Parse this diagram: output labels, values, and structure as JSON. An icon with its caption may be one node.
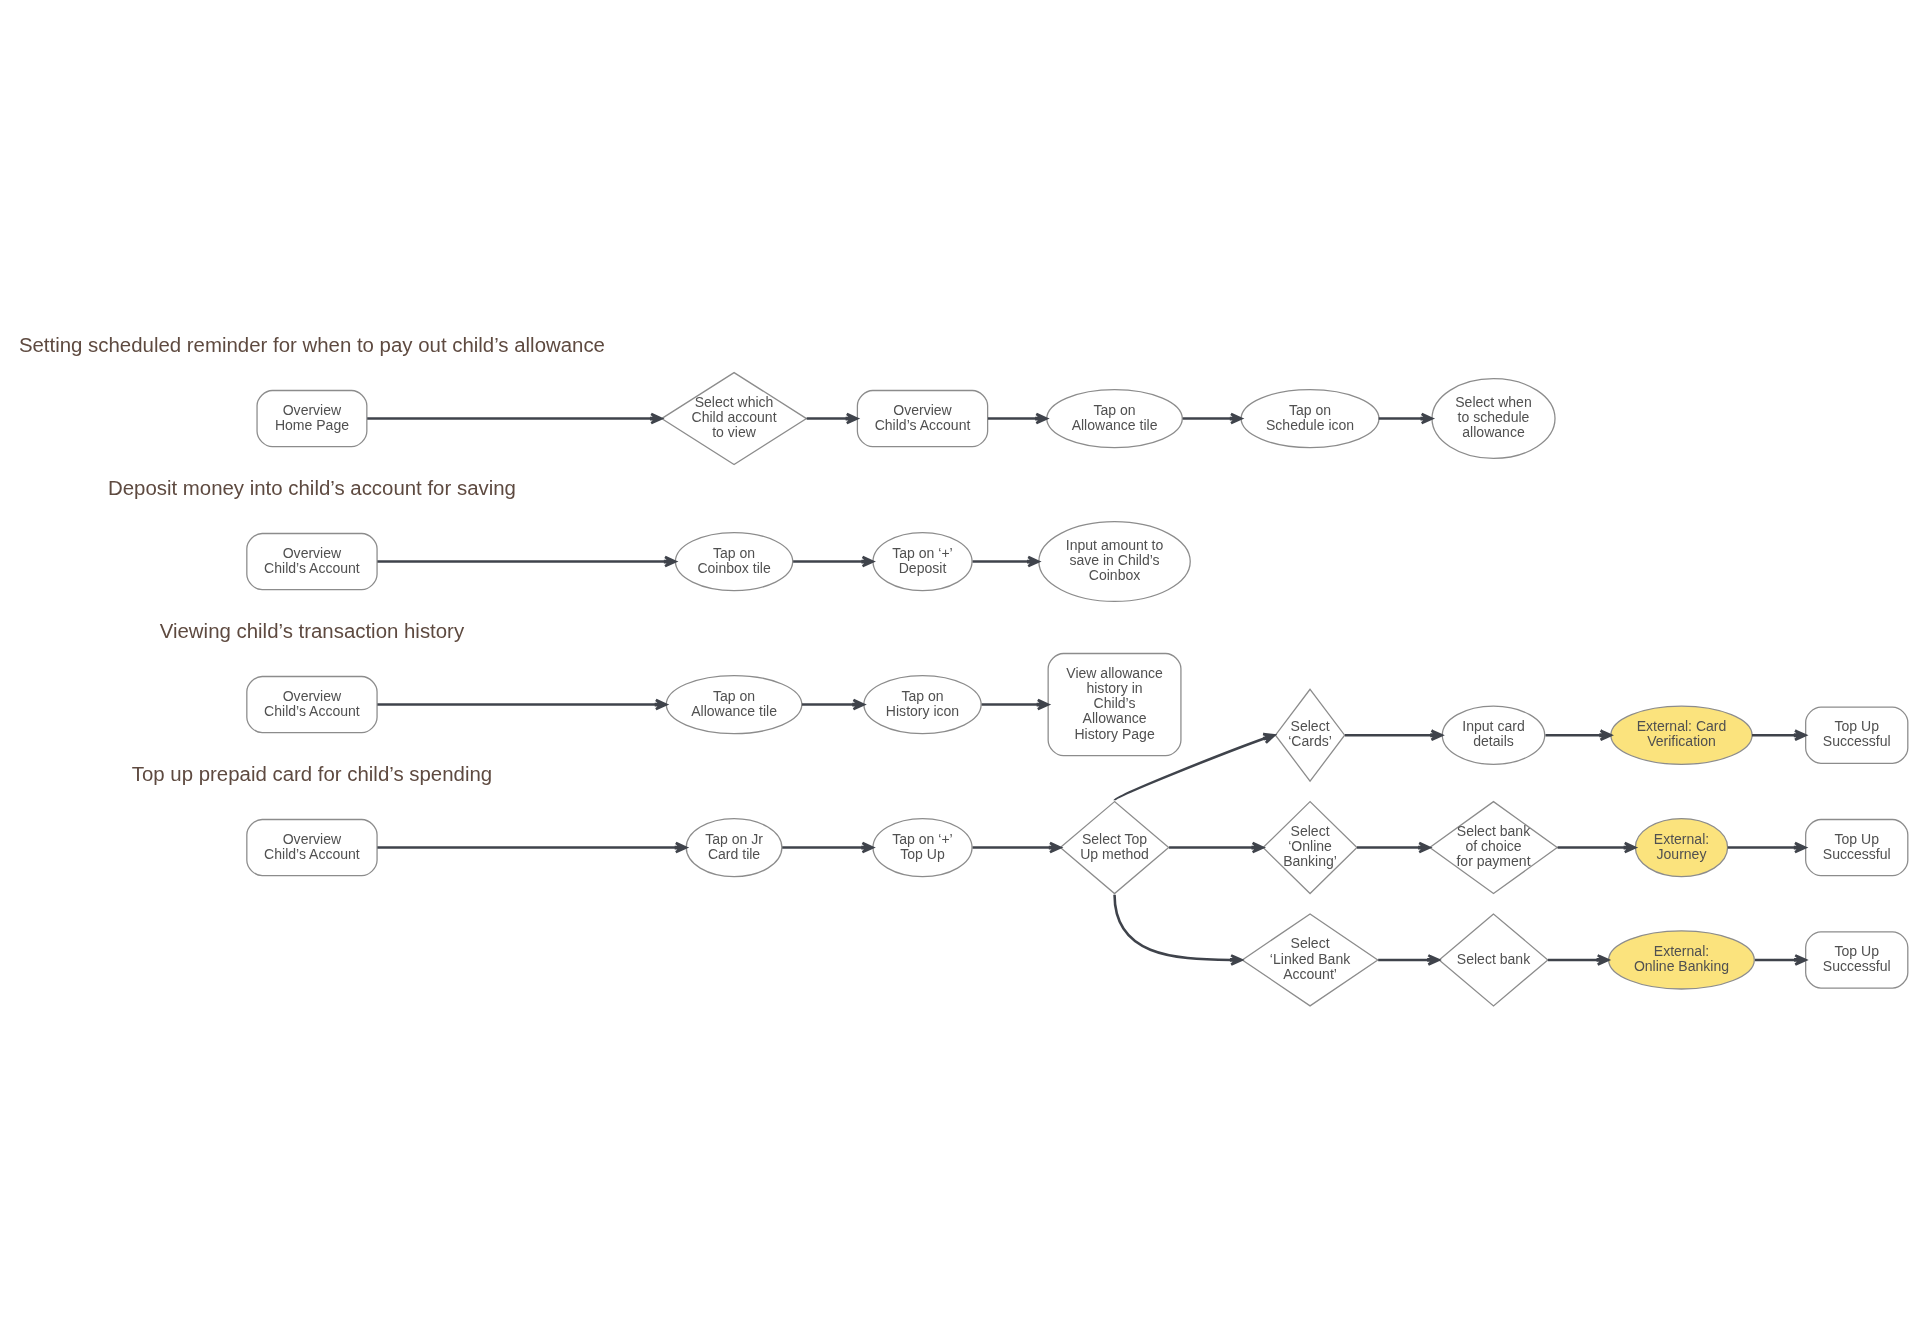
{
  "diagram": {
    "nodes": [
      {
        "text": [
          "Overview Home Page"
        ]
      },
      {
        "text": [
          "Select which Child account to view"
        ]
      },
      {
        "text": [
          "Overview Child’s Account"
        ]
      },
      {
        "text": [
          "Tap on Allowance tile"
        ]
      },
      {
        "text": [
          "Tap on Schedule icon"
        ]
      },
      {
        "text": [
          "Select when to schedule allowance"
        ]
      },
      {
        "text": [
          "Overview Child’s Account"
        ]
      },
      {
        "text": [
          "Tap on Coinbox tile"
        ]
      },
      {
        "text": [
          "Tap on ‘+’ Deposit"
        ]
      },
      {
        "text": [
          "Input amount to save in Child’s Coinbox"
        ]
      },
      {
        "text": [
          "Overview Child’s Account"
        ]
      },
      {
        "text": [
          "Tap on Allowance tile"
        ]
      },
      {
        "text": [
          "Tap on History icon"
        ]
      },
      {
        "text": [
          "View allowance history in Child’s Allowance History Page"
        ]
      },
      {
        "text": [
          "Overview Child’s Account"
        ]
      },
      {
        "text": [
          "Tap on Jr Card tile"
        ]
      },
      {
        "text": [
          "Tap on ‘+’ Top Up"
        ]
      },
      {
        "text": [
          "Select Top Up method"
        ]
      },
      {
        "text": [
          "Select ‘Cards’"
        ]
      },
      {
        "text": [
          "Input card details"
        ]
      },
      {
        "text": [
          "External: Card Verification"
        ]
      },
      {
        "text": [
          "Top Up Successful"
        ]
      },
      {
        "text": [
          "Select ‘Online Banking’"
        ]
      },
      {
        "text": [
          "Select bank of choice for payment"
        ]
      },
      {
        "text": [
          "External: Journey"
        ]
      },
      {
        "text": [
          "Top Up Successful"
        ]
      },
      {
        "text": [
          "Select ‘Linked Bank Account’"
        ]
      },
      {
        "text": [
          "Select bank"
        ]
      },
      {
        "text": [
          "External: Online Banking"
        ]
      },
      {
        "text": [
          "Top Up Successful"
        ]
      }
    ],
    "edges": [
      {
        "from": 0,
        "to": 1,
        "arrow": "to"
      },
      {
        "from": 1,
        "to": 2,
        "arrow": "to"
      },
      {
        "from": 2,
        "to": 3,
        "arrow": "to"
      },
      {
        "from": 3,
        "to": 4,
        "arrow": "to"
      },
      {
        "from": 4,
        "to": 5,
        "arrow": "to"
      },
      {
        "from": 6,
        "to": 7,
        "arrow": "to"
      },
      {
        "from": 7,
        "to": 8,
        "arrow": "to"
      },
      {
        "from": 8,
        "to": 9,
        "arrow": "to"
      },
      {
        "from": 10,
        "to": 11,
        "arrow": "to"
      },
      {
        "from": 11,
        "to": 12,
        "arrow": "to"
      },
      {
        "from": 12,
        "to": 13,
        "arrow": "to"
      },
      {
        "from": 14,
        "to": 15,
        "arrow": "to"
      },
      {
        "from": 15,
        "to": 16,
        "arrow": "to"
      },
      {
        "from": 16,
        "to": 17,
        "arrow": "to"
      },
      {
        "from": 17,
        "to": 18,
        "arrow": "to"
      },
      {
        "from": 17,
        "to": 22,
        "arrow": "to"
      },
      {
        "from": 17,
        "to": 26,
        "arrow": "to"
      },
      {
        "from": 18,
        "to": 19,
        "arrow": "to"
      },
      {
        "from": 19,
        "to": 20,
        "arrow": "to"
      },
      {
        "from": 20,
        "to": 21,
        "arrow": "to"
      },
      {
        "from": 22,
        "to": 23,
        "arrow": "to"
      },
      {
        "from": 23,
        "to": 24,
        "arrow": "to"
      },
      {
        "from": 24,
        "to": 25,
        "arrow": "to"
      },
      {
        "from": 26,
        "to": 27,
        "arrow": "to"
      },
      {
        "from": 27,
        "to": 28,
        "arrow": "to"
      },
      {
        "from": 28,
        "to": 29,
        "arrow": "to"
      }
    ],
    "labels": [
      "Setting scheduled reminder for when to pay out child’s allowance",
      "Deposit money into child’s account for saving",
      "Viewing child’s transaction history",
      "Top up prepaid card for child’s spending"
    ]
  }
}
